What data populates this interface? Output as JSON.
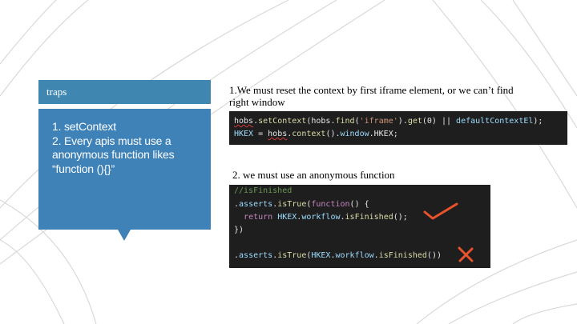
{
  "left_panel": {
    "header": "traps",
    "body_lines": [
      "1. setContext",
      "2. Every apis must use a",
      "anonymous function likes",
      "“function (){}”"
    ]
  },
  "notes": {
    "note1_line1": "1.We must reset the context by first iframe element,  or we can’t find",
    "note1_line2": "right window",
    "note2": "2. we must use an anonymous function"
  },
  "code1": {
    "line1": "hobs.setContext(hobs.find('iframe').get(0) || defaultContextEl);",
    "line2": "HKEX = hobs.context().window.HKEX;"
  },
  "code2": {
    "line1": "//isFinished",
    "line2": ".asserts.isTrue(function() {",
    "line3": "  return HKEX.workflow.isFinished();",
    "line4": "})",
    "line5": ".asserts.isTrue(HKEX.workflow.isFinished())"
  },
  "marks": {
    "check": "✓",
    "cross": "✗",
    "check_color": "#e8532b",
    "cross_color": "#e8532b"
  }
}
